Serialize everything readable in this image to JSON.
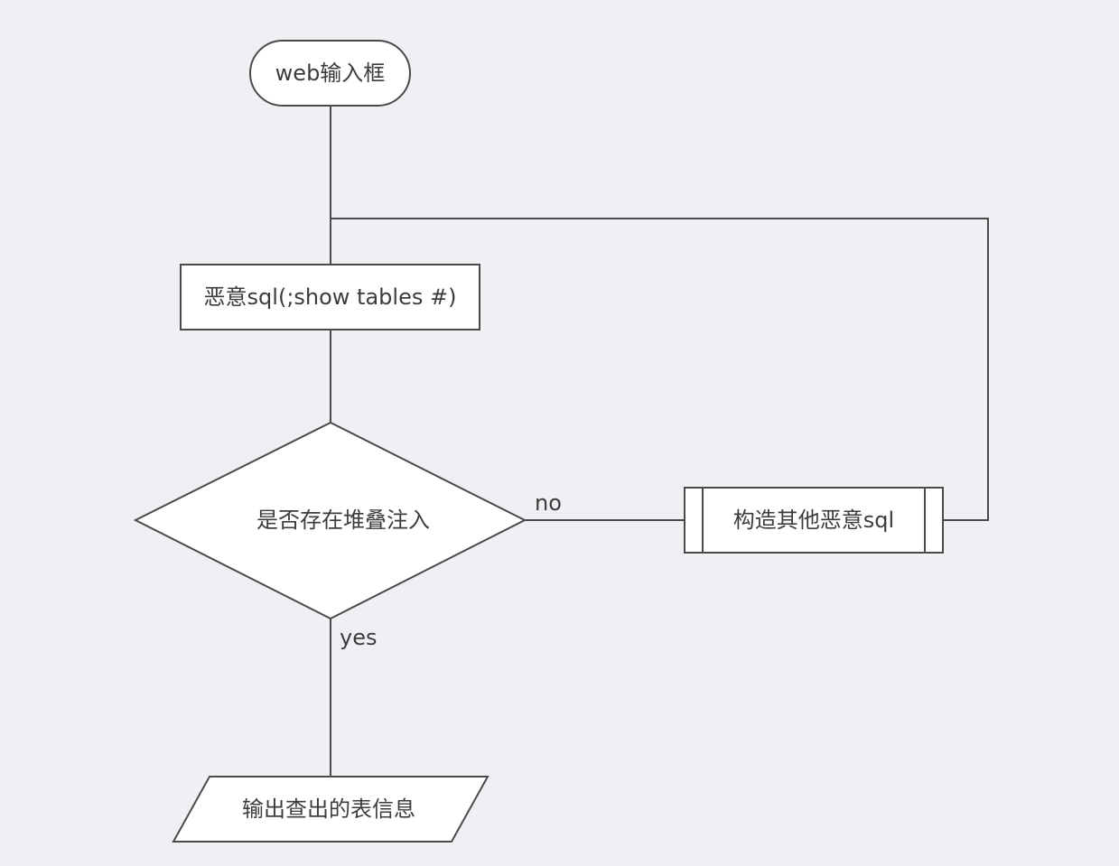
{
  "diagram": {
    "nodes": {
      "start": {
        "label": "web输入框",
        "shape": "terminator"
      },
      "malicious_sql": {
        "label": "恶意sql(;show tables #)",
        "shape": "process"
      },
      "decision": {
        "label": "是否存在堆叠注入",
        "shape": "decision"
      },
      "construct_other": {
        "label": "构造其他恶意sql",
        "shape": "predefined-process"
      },
      "output": {
        "label": "输出查出的表信息",
        "shape": "data"
      }
    },
    "edges": {
      "no_label": "no",
      "yes_label": "yes"
    },
    "colors": {
      "background": "#eff0f4",
      "stroke": "#4a4a4a",
      "fill": "#ffffff",
      "text": "#3c3c3c"
    }
  }
}
